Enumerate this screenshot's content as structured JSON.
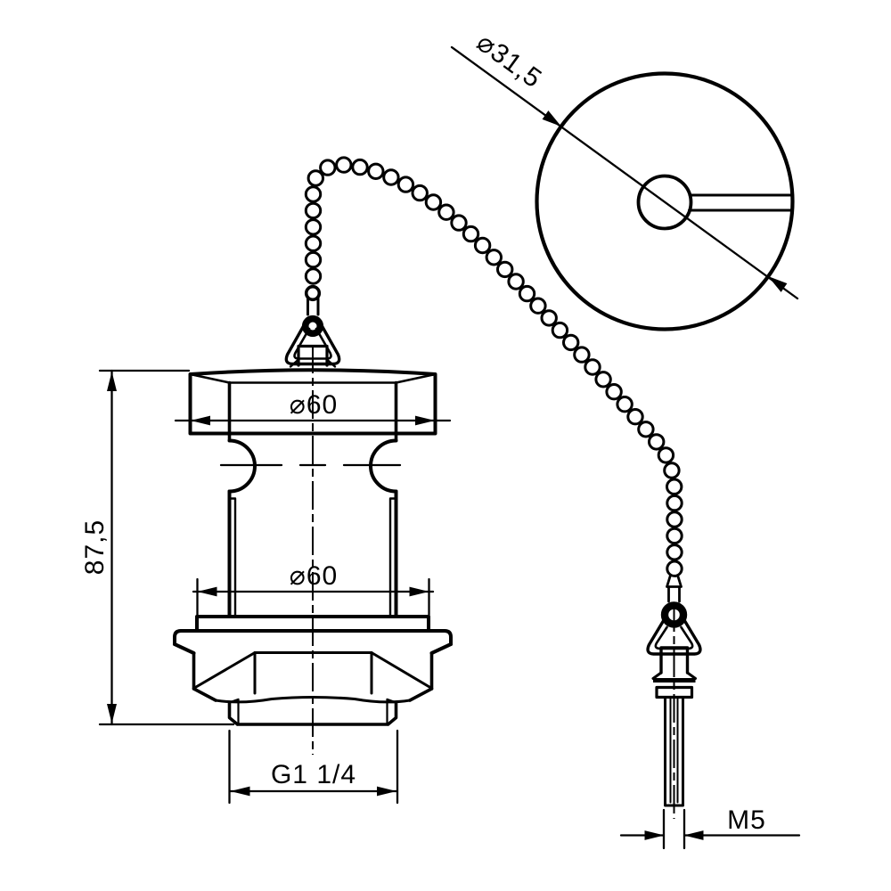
{
  "drawing": {
    "kind": "technical-drawing",
    "subject": "basin waste plug with ball chain and stay"
  },
  "colors": {
    "line": "#000000",
    "background": "#ffffff"
  },
  "labels": {
    "top_view_diameter": "⌀31,5",
    "cap_diameter": "⌀60",
    "flange_diameter": "⌀60",
    "overall_height": "87,5",
    "connection_thread": "G1 1/4",
    "stay_thread": "M5"
  }
}
